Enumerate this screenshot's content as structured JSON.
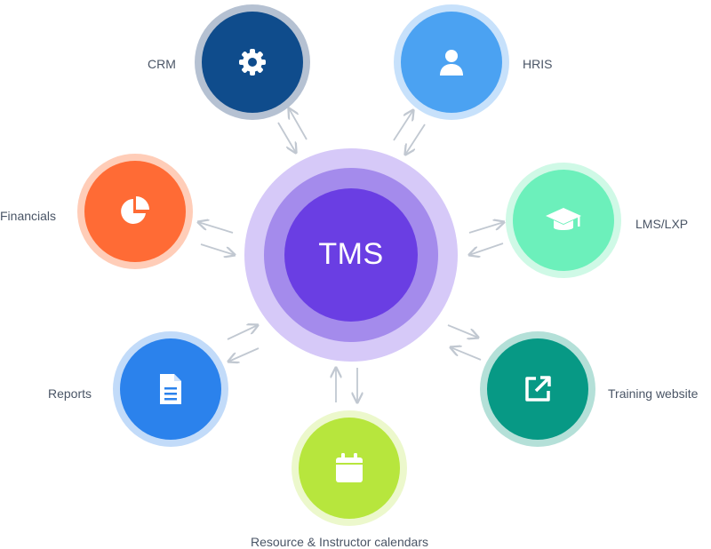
{
  "center": {
    "label": "TMS",
    "colors": {
      "outer": "#d6c9f8",
      "mid": "#a48bec",
      "inner": "#6a3ee3"
    }
  },
  "arrow_color": "#c1c8d1",
  "nodes": [
    {
      "id": "crm",
      "label": "CRM",
      "icon": "gear-icon",
      "fill": "#0f4c8c",
      "ring": "#b5c1d2"
    },
    {
      "id": "hris",
      "label": "HRIS",
      "icon": "user-icon",
      "fill": "#4ba2f2",
      "ring": "#c7e1fb"
    },
    {
      "id": "financials",
      "label": "Financials",
      "icon": "pie-chart-icon",
      "fill": "#ff6b35",
      "ring": "#ffcdb8"
    },
    {
      "id": "lms",
      "label": "LMS/LXP",
      "icon": "graduation-cap-icon",
      "fill": "#6cf0bb",
      "ring": "#cff9e6"
    },
    {
      "id": "reports",
      "label": "Reports",
      "icon": "document-icon",
      "fill": "#2b82ec",
      "ring": "#c2dbf9"
    },
    {
      "id": "training",
      "label": "Training website",
      "icon": "external-link-icon",
      "fill": "#079985",
      "ring": "#b4e0d8"
    },
    {
      "id": "calendars",
      "label": "Resource & Instructor calendars",
      "icon": "calendar-icon",
      "fill": "#b7e63d",
      "ring": "#ecf8cc"
    }
  ]
}
